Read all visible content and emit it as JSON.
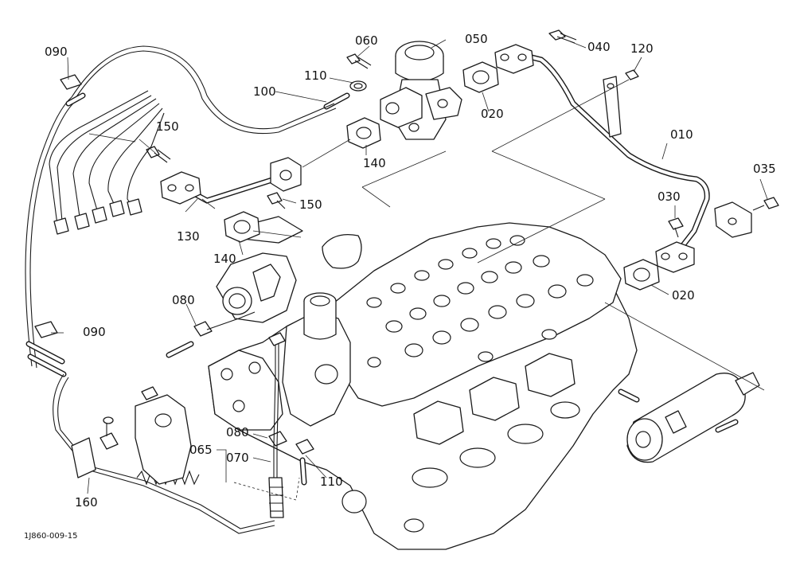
{
  "figure": {
    "code": "1J860-009-15"
  },
  "callouts": {
    "p010": "010",
    "p020a": "020",
    "p020b": "020",
    "p030": "030",
    "p035": "035",
    "p040": "040",
    "p050": "050",
    "p060": "060",
    "p065": "065",
    "p070": "070",
    "p080a": "080",
    "p080b": "080",
    "p090a": "090",
    "p090b": "090",
    "p100": "100",
    "p110a": "110",
    "p110b": "110",
    "p120": "120",
    "p130": "130",
    "p140a": "140",
    "p140b": "140",
    "p150a": "150",
    "p150b": "150",
    "p160": "160"
  }
}
